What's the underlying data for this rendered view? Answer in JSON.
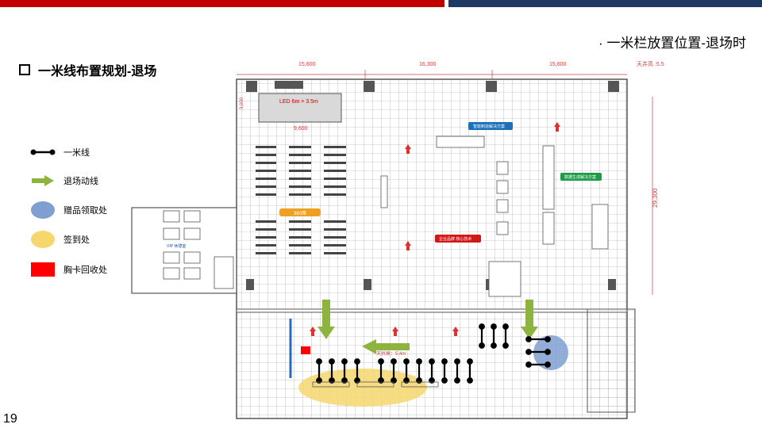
{
  "header": {
    "page_title": "· 一米栏放置位置-退场时",
    "section_title": "一米线布置规划-退场"
  },
  "legend": [
    {
      "label": "一米线",
      "icon": "barrier-line-icon",
      "color": "#000000"
    },
    {
      "label": "退场动线",
      "icon": "green-arrow-icon",
      "color": "#8db43f"
    },
    {
      "label": "赠品领取处",
      "icon": "blue-ellipse-icon",
      "color": "#7f9fd0"
    },
    {
      "label": "签到处",
      "icon": "yellow-ellipse-icon",
      "color": "#f5d76e"
    },
    {
      "label": "胸卡回收处",
      "icon": "red-rectangle-icon",
      "color": "#ff0000"
    }
  ],
  "floorplan": {
    "dimensions": {
      "top_a": "15,600",
      "top_b": "16,300",
      "top_c": "15,600",
      "height_note": "天井高 :5.5",
      "right": "29,300",
      "stage_width": "9,600",
      "left_small": "3,000"
    },
    "labels": {
      "led_screen": "LED 6m × 3.5m",
      "seats": "360席",
      "zone_blue": "智能制造解决方案",
      "zone_green": "数据生成解决方案",
      "zone_red": "企业品牌  核心技术",
      "vip_room": "VIP 休憩室",
      "ceiling_height": "天井高：5.4m"
    },
    "colors": {
      "grid": "#9a9a9a",
      "wall": "#555555",
      "dimension": "#d04040",
      "arrow_red": "#e03030",
      "flow_green": "#8db43f",
      "gift_blue": "#7f9fd0",
      "signin_yellow": "#f5d76e",
      "badge_red": "#ff0000",
      "seat_orange": "#f0a020"
    }
  },
  "page_number": "19"
}
